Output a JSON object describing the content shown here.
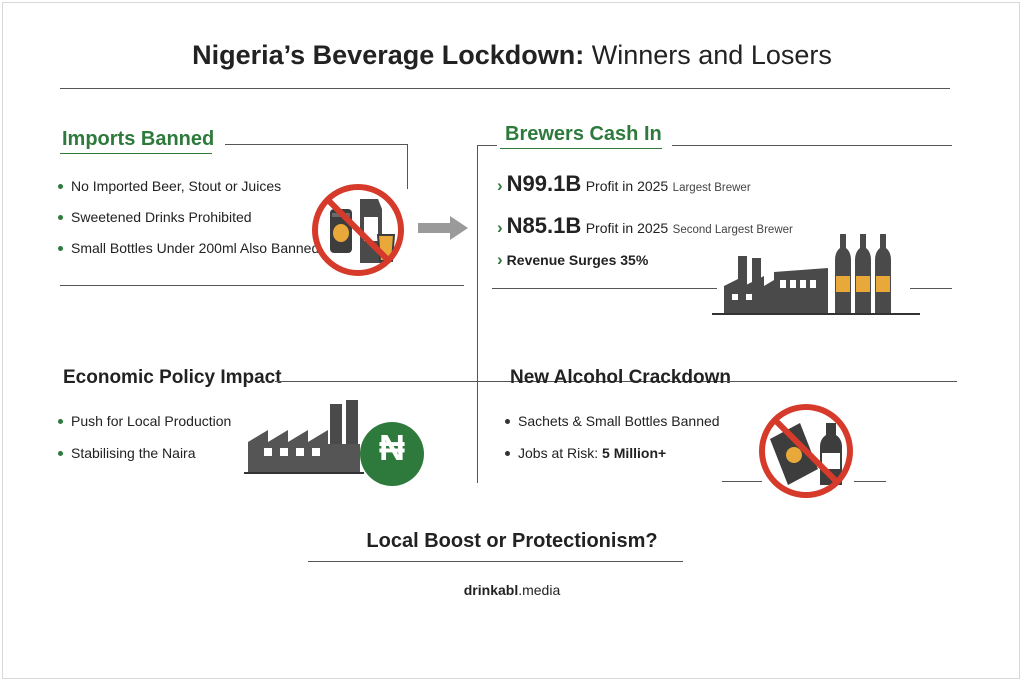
{
  "title": {
    "bold": "Nigeria’s Beverage Lockdown:",
    "regular": "Winners and Losers"
  },
  "imports": {
    "heading": "Imports Banned",
    "items": [
      "No Imported Beer, Stout or Juices",
      "Sweetened Drinks Prohibited",
      "Small Bottles Under 200ml Also Banned"
    ]
  },
  "brewers": {
    "heading": "Brewers Cash In",
    "stat1": {
      "value": "N99.1B",
      "label": "Profit in 2025",
      "note": "Largest Brewer"
    },
    "stat2": {
      "value": "N85.1B",
      "label": "Profit in 2025",
      "note": "Second Largest Brewer"
    },
    "stat3": {
      "label": "Revenue Surges 35%"
    }
  },
  "policy": {
    "heading": "Economic Policy Impact",
    "items": [
      "Push for Local Production",
      "Stabilising the Naira"
    ],
    "currency_symbol": "₦"
  },
  "alcohol": {
    "heading": "New Alcohol Crackdown",
    "items": [
      "Sachets & Small Bottles Banned"
    ],
    "jobs_label": "Jobs at Risk:",
    "jobs_value": "5 Million+"
  },
  "footer": {
    "question": "Local Boost or Protectionism?",
    "site_bold": "drinkabl",
    "site_rest": ".media"
  },
  "colors": {
    "green": "#2e7a3c",
    "red": "#d63a2a",
    "amber": "#e8a93a",
    "dark_gray": "#4a4a4a"
  },
  "icons": [
    "no-imports-icon",
    "arrow-right-icon",
    "brewery-factory-icon",
    "factory-icon",
    "naira-coin-icon",
    "no-sachet-bottle-icon"
  ]
}
